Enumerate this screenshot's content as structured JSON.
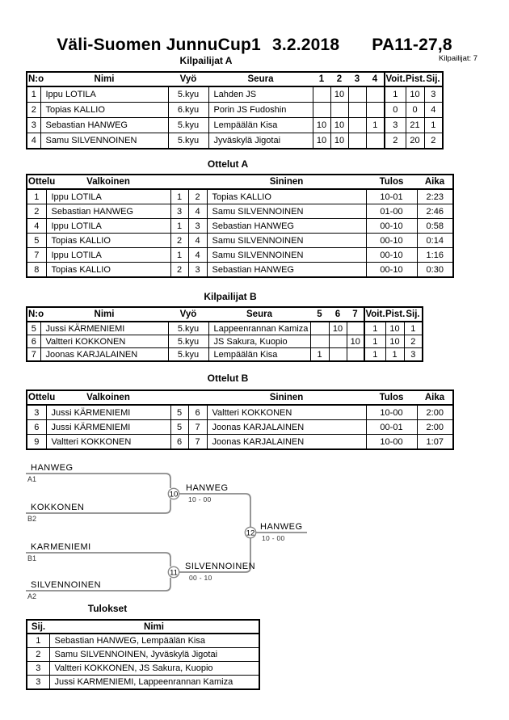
{
  "header": {
    "title_event": "Väli-Suomen JunnuCup1",
    "title_date": "3.2.2018",
    "title_class": "PA11-27,8",
    "competitors_note": "Kilpailijat: 7"
  },
  "colors": {
    "ink": "#000000",
    "bracket_line": "#8a8a8a"
  },
  "pool_a": {
    "heading": "Kilpailijat A",
    "columns": [
      "N:o",
      "Nimi",
      "Vyö",
      "Seura",
      "1",
      "2",
      "3",
      "4",
      "Voit.",
      "Pist.",
      "Sij."
    ],
    "rows": [
      {
        "no": "1",
        "name": "Ippu LOTILA",
        "belt": "5.kyu",
        "club": "Lahden JS",
        "r": [
          "",
          "10",
          "",
          ""
        ],
        "wins": "1",
        "points": "10",
        "place": "3"
      },
      {
        "no": "2",
        "name": "Topias KALLIO",
        "belt": "6.kyu",
        "club": "Porin JS Fudoshin",
        "r": [
          "",
          "",
          "",
          ""
        ],
        "wins": "0",
        "points": "0",
        "place": "4"
      },
      {
        "no": "3",
        "name": "Sebastian HANWEG",
        "belt": "5.kyu",
        "club": "Lempäälän Kisa",
        "r": [
          "10",
          "10",
          "",
          "1"
        ],
        "wins": "3",
        "points": "21",
        "place": "1"
      },
      {
        "no": "4",
        "name": "Samu SILVENNOINEN",
        "belt": "5.kyu",
        "club": "Jyväskylä Jigotai",
        "r": [
          "10",
          "10",
          "",
          ""
        ],
        "wins": "2",
        "points": "20",
        "place": "2"
      }
    ]
  },
  "matches_a": {
    "heading": "Ottelut A",
    "columns": [
      "Ottelu",
      "Valkoinen",
      "Sininen",
      "Tulos",
      "Aika"
    ],
    "rows": [
      {
        "match": "1",
        "white": "Ippu LOTILA",
        "wn": "1",
        "bn": "2",
        "blue": "Topias KALLIO",
        "result": "10-01",
        "time": "2:23"
      },
      {
        "match": "2",
        "white": "Sebastian HANWEG",
        "wn": "3",
        "bn": "4",
        "blue": "Samu SILVENNOINEN",
        "result": "01-00",
        "time": "2:46"
      },
      {
        "match": "4",
        "white": "Ippu LOTILA",
        "wn": "1",
        "bn": "3",
        "blue": "Sebastian HANWEG",
        "result": "00-10",
        "time": "0:58"
      },
      {
        "match": "5",
        "white": "Topias KALLIO",
        "wn": "2",
        "bn": "4",
        "blue": "Samu SILVENNOINEN",
        "result": "00-10",
        "time": "0:14"
      },
      {
        "match": "7",
        "white": "Ippu LOTILA",
        "wn": "1",
        "bn": "4",
        "blue": "Samu SILVENNOINEN",
        "result": "00-10",
        "time": "1:16"
      },
      {
        "match": "8",
        "white": "Topias KALLIO",
        "wn": "2",
        "bn": "3",
        "blue": "Sebastian HANWEG",
        "result": "00-10",
        "time": "0:30"
      }
    ]
  },
  "pool_b": {
    "heading": "Kilpailijat B",
    "columns": [
      "N:o",
      "Nimi",
      "Vyö",
      "Seura",
      "5",
      "6",
      "7",
      "Voit.",
      "Pist.",
      "Sij."
    ],
    "rows": [
      {
        "no": "5",
        "name": "Jussi KÄRMENIEMI",
        "belt": "5.kyu",
        "club": "Lappeenrannan Kamiza",
        "r": [
          "",
          "10",
          ""
        ],
        "wins": "1",
        "points": "10",
        "place": "1"
      },
      {
        "no": "6",
        "name": "Valtteri KOKKONEN",
        "belt": "5.kyu",
        "club": "JS Sakura, Kuopio",
        "r": [
          "",
          "",
          "10"
        ],
        "wins": "1",
        "points": "10",
        "place": "2"
      },
      {
        "no": "7",
        "name": "Joonas KARJALAINEN",
        "belt": "5.kyu",
        "club": "Lempäälän Kisa",
        "r": [
          "1",
          "",
          ""
        ],
        "wins": "1",
        "points": "1",
        "place": "3"
      }
    ]
  },
  "matches_b": {
    "heading": "Ottelut B",
    "columns": [
      "Ottelu",
      "Valkoinen",
      "Sininen",
      "Tulos",
      "Aika"
    ],
    "rows": [
      {
        "match": "3",
        "white": "Jussi KÄRMENIEMI",
        "wn": "5",
        "bn": "6",
        "blue": "Valtteri KOKKONEN",
        "result": "10-00",
        "time": "2:00"
      },
      {
        "match": "6",
        "white": "Jussi KÄRMENIEMI",
        "wn": "5",
        "bn": "7",
        "blue": "Joonas KARJALAINEN",
        "result": "00-01",
        "time": "2:00"
      },
      {
        "match": "9",
        "white": "Valtteri KOKKONEN",
        "wn": "6",
        "bn": "7",
        "blue": "Joonas KARJALAINEN",
        "result": "10-00",
        "time": "1:07"
      }
    ]
  },
  "bracket": {
    "sf1": {
      "top_name": "HANWEG",
      "top_seed": "A1",
      "bottom_name": "KOKKONEN",
      "bottom_seed": "B2",
      "match_no": "10",
      "winner": "HANWEG",
      "score": "10 - 00"
    },
    "sf2": {
      "top_name": "KARMENIEMI",
      "top_seed": "B1",
      "bottom_name": "SILVENNOINEN",
      "bottom_seed": "A2",
      "match_no": "11",
      "winner": "SILVENNOINEN",
      "score": "00 - 10"
    },
    "final": {
      "match_no": "12",
      "winner": "HANWEG",
      "score": "10 - 00"
    }
  },
  "results": {
    "heading": "Tulokset",
    "columns": [
      "Sij.",
      "Nimi"
    ],
    "rows": [
      {
        "place": "1",
        "name": "Sebastian HANWEG, Lempäälän Kisa"
      },
      {
        "place": "2",
        "name": "Samu SILVENNOINEN, Jyväskylä Jigotai"
      },
      {
        "place": "3",
        "name": "Valtteri KOKKONEN, JS Sakura, Kuopio"
      },
      {
        "place": "3",
        "name": "Jussi KARMENIEMI, Lappeenrannan Kamiza"
      }
    ]
  }
}
